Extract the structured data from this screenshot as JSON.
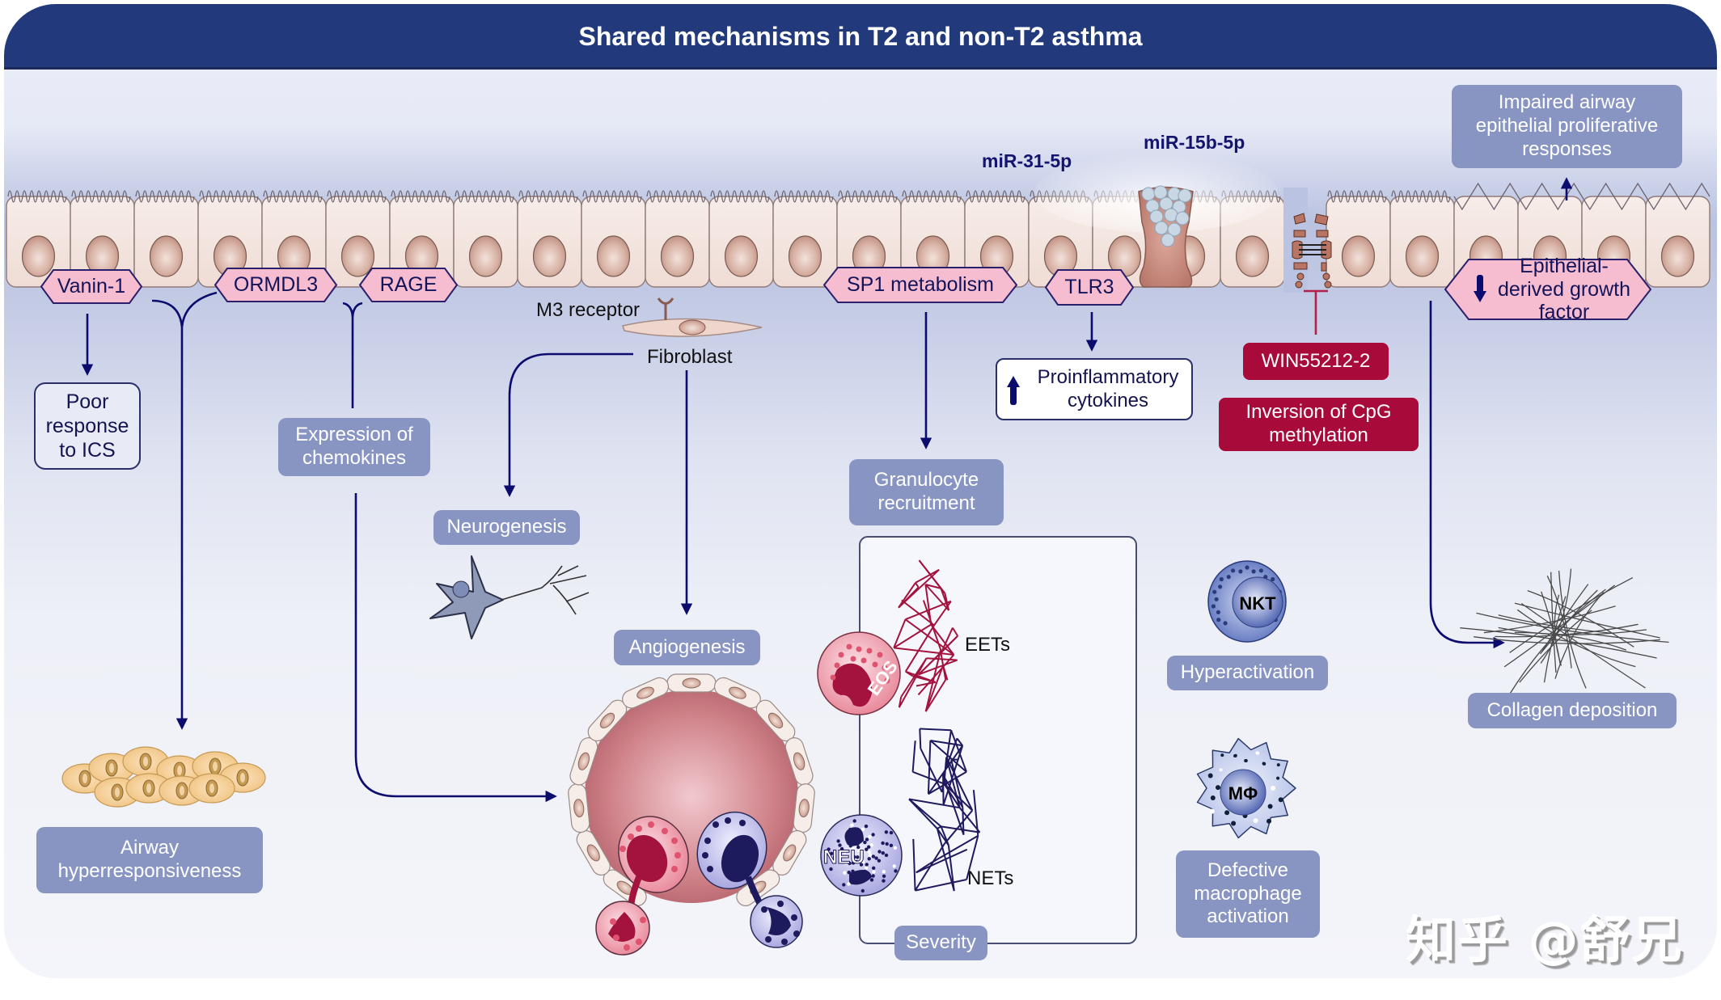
{
  "title": "Shared mechanisms in T2 and non-T2 asthma",
  "colors": {
    "title_bar": "#223a7c",
    "outcome_box": "#8895c2",
    "hex_label_fill": "#f6bcd0",
    "hex_label_stroke": "#2a1f6a",
    "arrow": "#0c0c6e",
    "inhibitor": "#b3204a",
    "red_box": "#a80a3a"
  },
  "epithelium": {
    "receptor_labels": [
      {
        "id": "vanin1",
        "text": "Vanin-1"
      },
      {
        "id": "ormdl3",
        "text": "ORMDL3"
      },
      {
        "id": "rage",
        "text": "RAGE"
      },
      {
        "id": "sp1",
        "text": "SP1 metabolism"
      },
      {
        "id": "tlr3",
        "text": "TLR3"
      },
      {
        "id": "edgf",
        "text": "Epithelial-derived growth factor",
        "direction": "down"
      }
    ],
    "mirnas": [
      "miR-31-5p",
      "miR-15b-5p"
    ]
  },
  "fibroblast": {
    "receptor_label": "M3 receptor",
    "cell_label": "Fibroblast"
  },
  "outcomes": {
    "poor_response": "Poor response to ICS",
    "expression_chemokines": "Expression of chemokines",
    "neurogenesis": "Neurogenesis",
    "angiogenesis": "Angiogenesis",
    "granulocyte_recruitment": "Granulocyte recruitment",
    "airway_hyperresponsiveness": "Airway hyperresponsiveness",
    "hyperactivation": "Hyperactivation",
    "defective_macrophage": "Defective macrophage activation",
    "collagen_deposition": "Collagen deposition",
    "impaired_epithelial": "Impaired airway epithelial proliferative responses",
    "severity": "Severity"
  },
  "proinflammatory": {
    "text": "Proinflammatory cytokines",
    "direction": "up"
  },
  "drugs": {
    "win": "WIN55212-2",
    "cpg": "Inversion of CpG methylation"
  },
  "traps": {
    "eets": "EETs",
    "nets": "NETs",
    "eos_label": "EOS",
    "neu_label": "NEU"
  },
  "cells": {
    "nkt_label": "NKT",
    "macrophage_label": "MΦ"
  },
  "watermark": "知乎 @舒兄"
}
